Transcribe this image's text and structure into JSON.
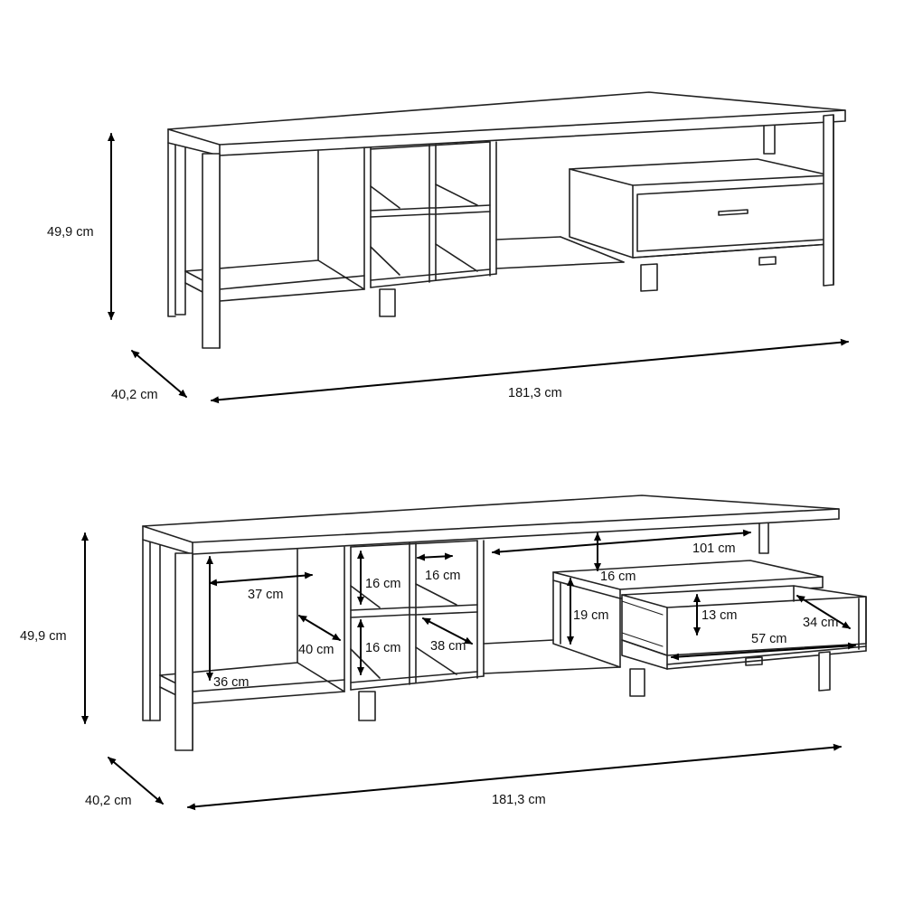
{
  "top_view": {
    "height_label": "49,9 cm",
    "depth_label": "40,2 cm",
    "width_label": "181,3 cm"
  },
  "bottom_view": {
    "height_label": "49,9 cm",
    "depth_label": "40,2 cm",
    "width_label": "181,3 cm",
    "inner_labels": {
      "left_width": "37 cm",
      "left_depth": "40 cm",
      "left_height": "36 cm",
      "cube_top_height": "16 cm",
      "cube_top_width": "16 cm",
      "cube_bottom_height": "16 cm",
      "cube_depth": "38 cm",
      "open_width": "101 cm",
      "open_height": "16 cm",
      "box_height": "19 cm",
      "drawer_height": "13 cm",
      "drawer_depth": "34 cm",
      "drawer_width": "57 cm"
    }
  }
}
